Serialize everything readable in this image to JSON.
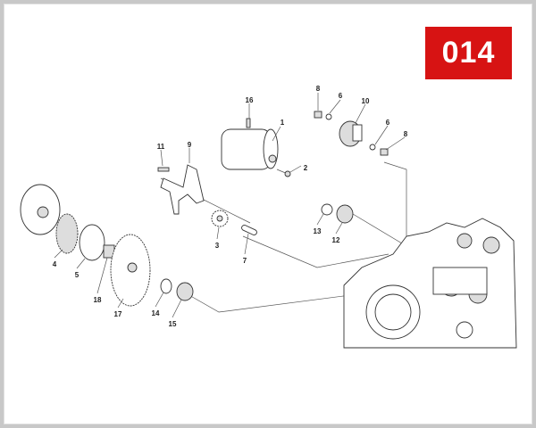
{
  "badge": {
    "code": "014",
    "color": "#d71313"
  },
  "callouts": [
    {
      "id": "c16",
      "text": "16"
    },
    {
      "id": "c1",
      "text": "1"
    },
    {
      "id": "c2",
      "text": "2"
    },
    {
      "id": "c8a",
      "text": "8"
    },
    {
      "id": "c6a",
      "text": "6"
    },
    {
      "id": "c10",
      "text": "10"
    },
    {
      "id": "c6b",
      "text": "6"
    },
    {
      "id": "c8b",
      "text": "8"
    },
    {
      "id": "c11",
      "text": "11"
    },
    {
      "id": "c9",
      "text": "9"
    },
    {
      "id": "c3",
      "text": "3"
    },
    {
      "id": "c7",
      "text": "7"
    },
    {
      "id": "c13",
      "text": "13"
    },
    {
      "id": "c12",
      "text": "12"
    },
    {
      "id": "c4",
      "text": "4"
    },
    {
      "id": "c5",
      "text": "5"
    },
    {
      "id": "c18",
      "text": "18"
    },
    {
      "id": "c17",
      "text": "17"
    },
    {
      "id": "c14",
      "text": "14"
    },
    {
      "id": "c15",
      "text": "15"
    }
  ]
}
